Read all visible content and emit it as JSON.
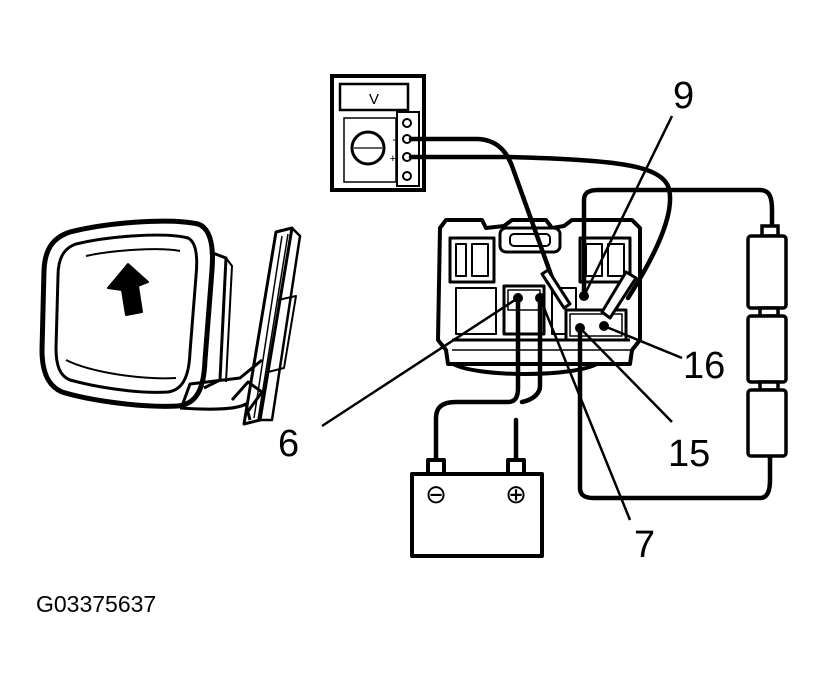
{
  "callouts": {
    "pin_9": "9",
    "pin_6": "6",
    "pin_16": "16",
    "pin_15": "15",
    "pin_7": "7"
  },
  "meter": {
    "display": "V",
    "minus": "-",
    "plus": "+"
  },
  "battery": {
    "negative": "⊖",
    "positive": "⊕"
  },
  "figure_code": "G03375637"
}
